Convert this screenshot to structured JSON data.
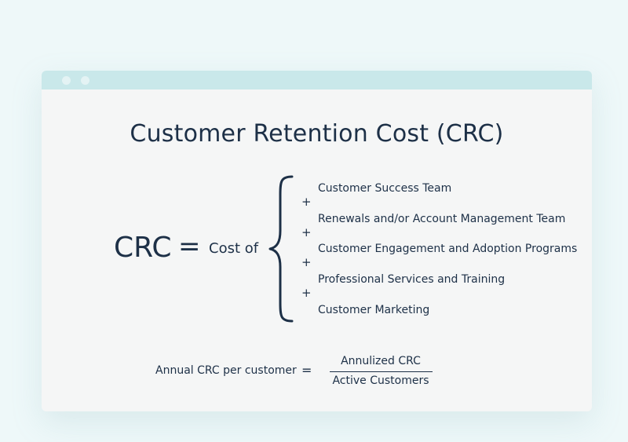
{
  "title": "Customer Retention Cost (CRC)",
  "formula": {
    "lhs": "CRC",
    "equals": "=",
    "cost_of": "Cost of",
    "plus": "+",
    "items": [
      "Customer Success Team",
      "Renewals and/or Account Management Team",
      "Customer Engagement and Adoption Programs",
      "Professional Services and Training",
      "Customer Marketing"
    ]
  },
  "annual": {
    "label": "Annual CRC per customer",
    "equals": "=",
    "numerator": "Annulized CRC",
    "denominator": "Active Customers"
  },
  "colors": {
    "background": "#eef8f9",
    "card": "#f5f6f6",
    "titlebar": "#c9e8ea",
    "text": "#1d3047"
  }
}
